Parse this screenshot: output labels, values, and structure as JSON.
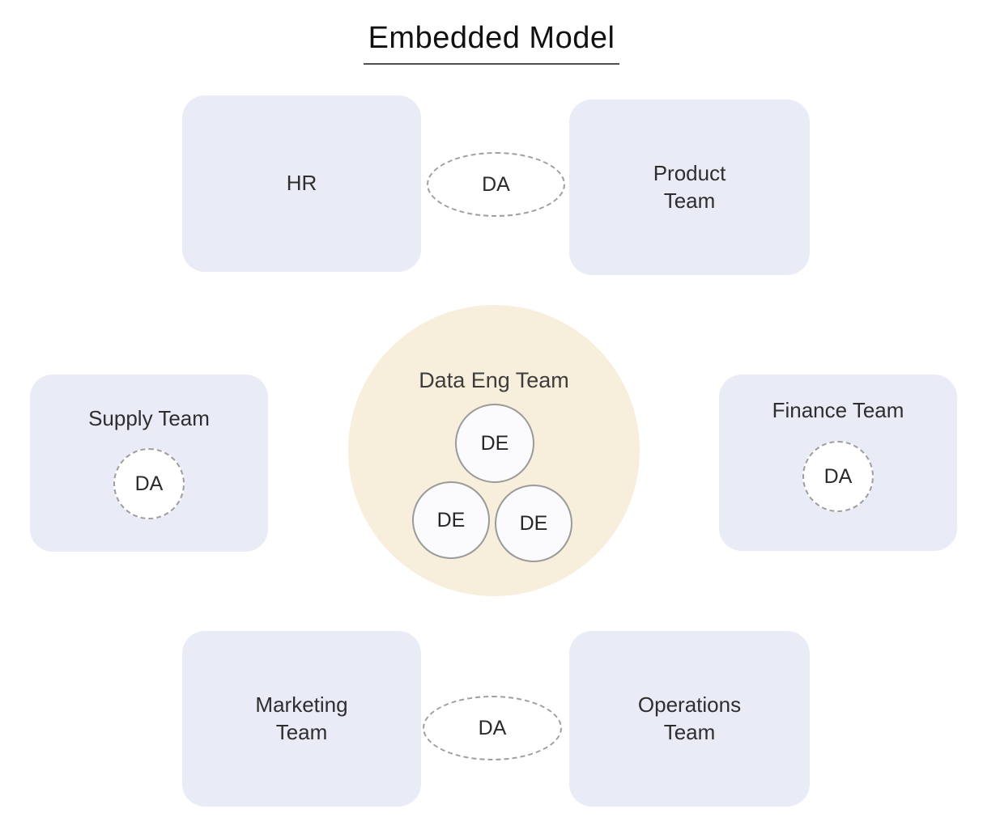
{
  "title": "Embedded Model",
  "colors": {
    "team_box_bg": "#E9EBF7",
    "center_circle_bg": "#F8EEDC",
    "dashed_border": "#9E9E9E",
    "member_circle_bg": "#FBFBFD",
    "member_circle_border": "#9A9A9A",
    "title_color": "#111111",
    "label_color": "#2E2E2E"
  },
  "center": {
    "label": "Data Eng Team",
    "members": [
      {
        "label": "DE"
      },
      {
        "label": "DE"
      },
      {
        "label": "DE"
      }
    ]
  },
  "teams": {
    "hr": {
      "label": "HR"
    },
    "product": {
      "label": "Product\nTeam"
    },
    "supply": {
      "label": "Supply Team",
      "analyst": "DA"
    },
    "finance": {
      "label": "Finance Team",
      "analyst": "DA"
    },
    "marketing": {
      "label": "Marketing\nTeam"
    },
    "operations": {
      "label": "Operations\nTeam"
    }
  },
  "shared_analysts": {
    "top": {
      "label": "DA"
    },
    "bottom": {
      "label": "DA"
    }
  }
}
